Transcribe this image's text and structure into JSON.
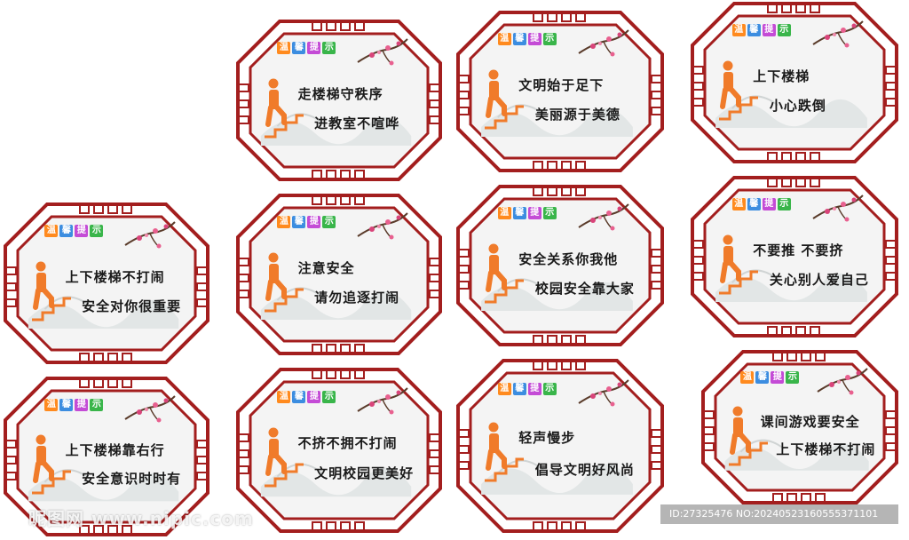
{
  "badge": {
    "chars": [
      "温",
      "馨",
      "提",
      "示"
    ],
    "colors": [
      "#ff8a1e",
      "#3c8de0",
      "#c44bd6",
      "#39b54a"
    ]
  },
  "colors": {
    "frame": "#a31e1e",
    "panel": "#f4f4f4",
    "figure": "#f07b2a"
  },
  "signs": [
    {
      "line1": "走楼梯守秩序",
      "line2": "进教室不喧哗"
    },
    {
      "line1": "文明始于足下",
      "line2": "美丽源于美德"
    },
    {
      "line1": "上下楼梯",
      "line2": "小心跌倒"
    },
    {
      "line1": "上下楼梯不打闹",
      "line2": "安全对你很重要"
    },
    {
      "line1": "注意安全",
      "line2": "请勿追逐打闹"
    },
    {
      "line1": "安全关系你我他",
      "line2": "校园安全靠大家"
    },
    {
      "line1": "不要推 不要挤",
      "line2": "关心别人爱自己"
    },
    {
      "line1": "上下楼梯靠右行",
      "line2": "安全意识时时有"
    },
    {
      "line1": "不挤不拥不打闹",
      "line2": "文明校园更美好"
    },
    {
      "line1": "轻声慢步",
      "line2": "倡导文明好风尚"
    },
    {
      "line1": "课间游戏要安全",
      "line2": "上下楼梯不打闹"
    }
  ],
  "watermark": {
    "left": "昵图网 www.nipic.com",
    "right": "ID:27325476 NO:20240523160555371101"
  }
}
